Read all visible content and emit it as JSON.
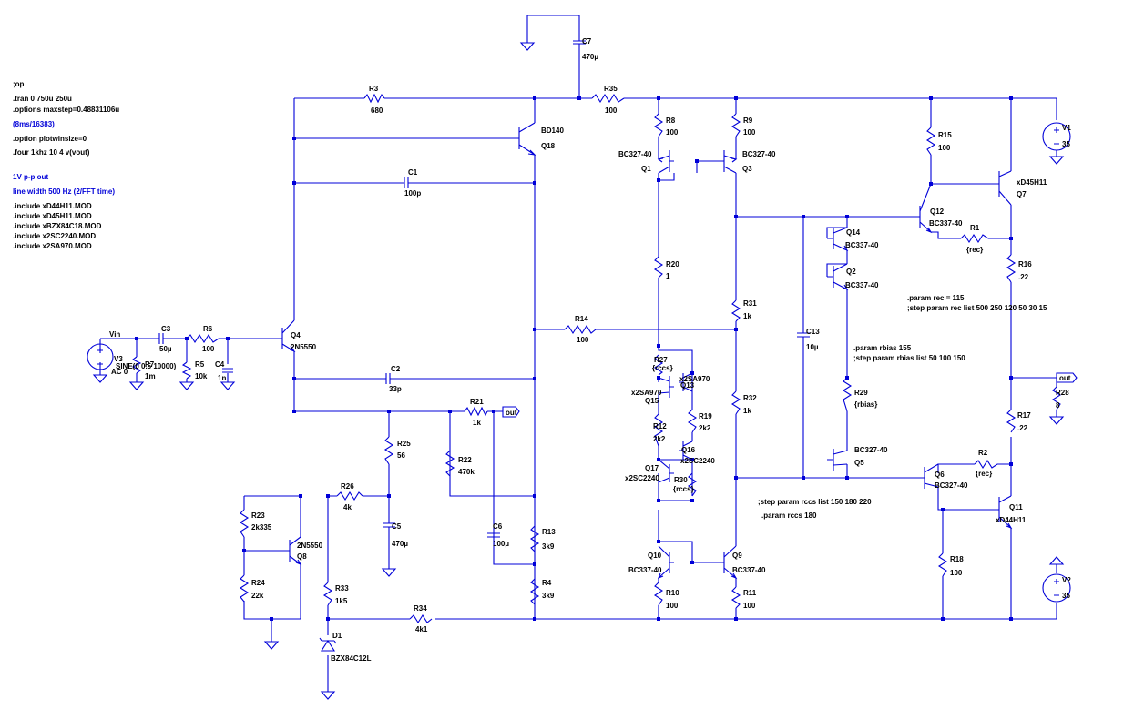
{
  "schematic": {
    "directives": [
      ";op",
      ".tran 0 750u 250u",
      ".options maxstep=0.48831106u",
      ".option plotwinsize=0",
      ".four 1khz 10 4 v(vout)",
      ".include xD44H11.MOD",
      ".include xD45H11.MOD",
      ".include xBZX84C18.MOD",
      ".include x2SC2240.MOD",
      ".include x2SA970.MOD",
      ".param rec = 115",
      ";step param rec list 500 250 120 50 30 15",
      ".param rbias 155",
      ";step param rbias list 50 100 150",
      ";step param rccs list 150 180 220",
      ".param rccs 180"
    ],
    "comments": [
      "(8ms/16383)",
      "1V p-p out",
      "line width 500 Hz (2/FFT time)"
    ],
    "net_labels": [
      "Vin",
      "out",
      "out"
    ],
    "components": [
      {
        "ref": "R3",
        "value": "680"
      },
      {
        "ref": "R35",
        "value": "100"
      },
      {
        "ref": "C7",
        "value": "470µ"
      },
      {
        "ref": "Q18",
        "value": "BD140"
      },
      {
        "ref": "C1",
        "value": "100p"
      },
      {
        "ref": "C2",
        "value": "33p"
      },
      {
        "ref": "C3",
        "value": "50µ"
      },
      {
        "ref": "R6",
        "value": "100"
      },
      {
        "ref": "R7",
        "value": "1m"
      },
      {
        "ref": "R5",
        "value": "10k"
      },
      {
        "ref": "C4",
        "value": "1n"
      },
      {
        "ref": "V3",
        "value": "SINE(0 0.5 10000)",
        "extra": "AC 0"
      },
      {
        "ref": "Q4",
        "value": "2N5550"
      },
      {
        "ref": "R14",
        "value": "100"
      },
      {
        "ref": "R21",
        "value": "1k"
      },
      {
        "ref": "R22",
        "value": "470k"
      },
      {
        "ref": "R25",
        "value": "56"
      },
      {
        "ref": "C5",
        "value": "470µ"
      },
      {
        "ref": "C6",
        "value": "100µ"
      },
      {
        "ref": "R13",
        "value": "3k9"
      },
      {
        "ref": "R4",
        "value": "3k9"
      },
      {
        "ref": "R26",
        "value": "4k"
      },
      {
        "ref": "R23",
        "value": "2k335"
      },
      {
        "ref": "R24",
        "value": "22k"
      },
      {
        "ref": "Q8",
        "value": "2N5550"
      },
      {
        "ref": "R33",
        "value": "1k5"
      },
      {
        "ref": "D1",
        "value": "BZX84C12L"
      },
      {
        "ref": "R34",
        "value": "4k1"
      },
      {
        "ref": "R8",
        "value": "100"
      },
      {
        "ref": "R9",
        "value": "100"
      },
      {
        "ref": "Q1",
        "value": "BC327-40"
      },
      {
        "ref": "Q3",
        "value": "BC327-40"
      },
      {
        "ref": "R20",
        "value": "1"
      },
      {
        "ref": "R31",
        "value": "1k"
      },
      {
        "ref": "R32",
        "value": "1k"
      },
      {
        "ref": "R27",
        "value": "{rccs}"
      },
      {
        "ref": "Q13",
        "value": "x2SA970"
      },
      {
        "ref": "Q15",
        "value": "x2SA970"
      },
      {
        "ref": "R12",
        "value": "2k2"
      },
      {
        "ref": "R19",
        "value": "2k2"
      },
      {
        "ref": "Q16",
        "value": "x2SC2240"
      },
      {
        "ref": "Q17",
        "value": "x2SC2240"
      },
      {
        "ref": "R30",
        "value": "{rccs}"
      },
      {
        "ref": "Q10",
        "value": "BC337-40"
      },
      {
        "ref": "Q9",
        "value": "BC337-40"
      },
      {
        "ref": "R10",
        "value": "100"
      },
      {
        "ref": "R11",
        "value": "100"
      },
      {
        "ref": "C13",
        "value": "10µ"
      },
      {
        "ref": "Q14",
        "value": "BC337-40"
      },
      {
        "ref": "Q2",
        "value": "BC337-40"
      },
      {
        "ref": "R29",
        "value": "{rbias}"
      },
      {
        "ref": "Q5",
        "value": "BC327-40"
      },
      {
        "ref": "R15",
        "value": "100"
      },
      {
        "ref": "Q12",
        "value": "BC337-40"
      },
      {
        "ref": "Q7",
        "value": "xD45H11"
      },
      {
        "ref": "R1",
        "value": "{rec}"
      },
      {
        "ref": "R16",
        "value": ".22"
      },
      {
        "ref": "V1",
        "value": "35"
      },
      {
        "ref": "R28",
        "value": "8"
      },
      {
        "ref": "R17",
        "value": ".22"
      },
      {
        "ref": "R2",
        "value": "{rec}"
      },
      {
        "ref": "Q6",
        "value": "BC327-40"
      },
      {
        "ref": "Q11",
        "value": "xD44H11"
      },
      {
        "ref": "R18",
        "value": "100"
      },
      {
        "ref": "V2",
        "value": "35"
      }
    ]
  }
}
